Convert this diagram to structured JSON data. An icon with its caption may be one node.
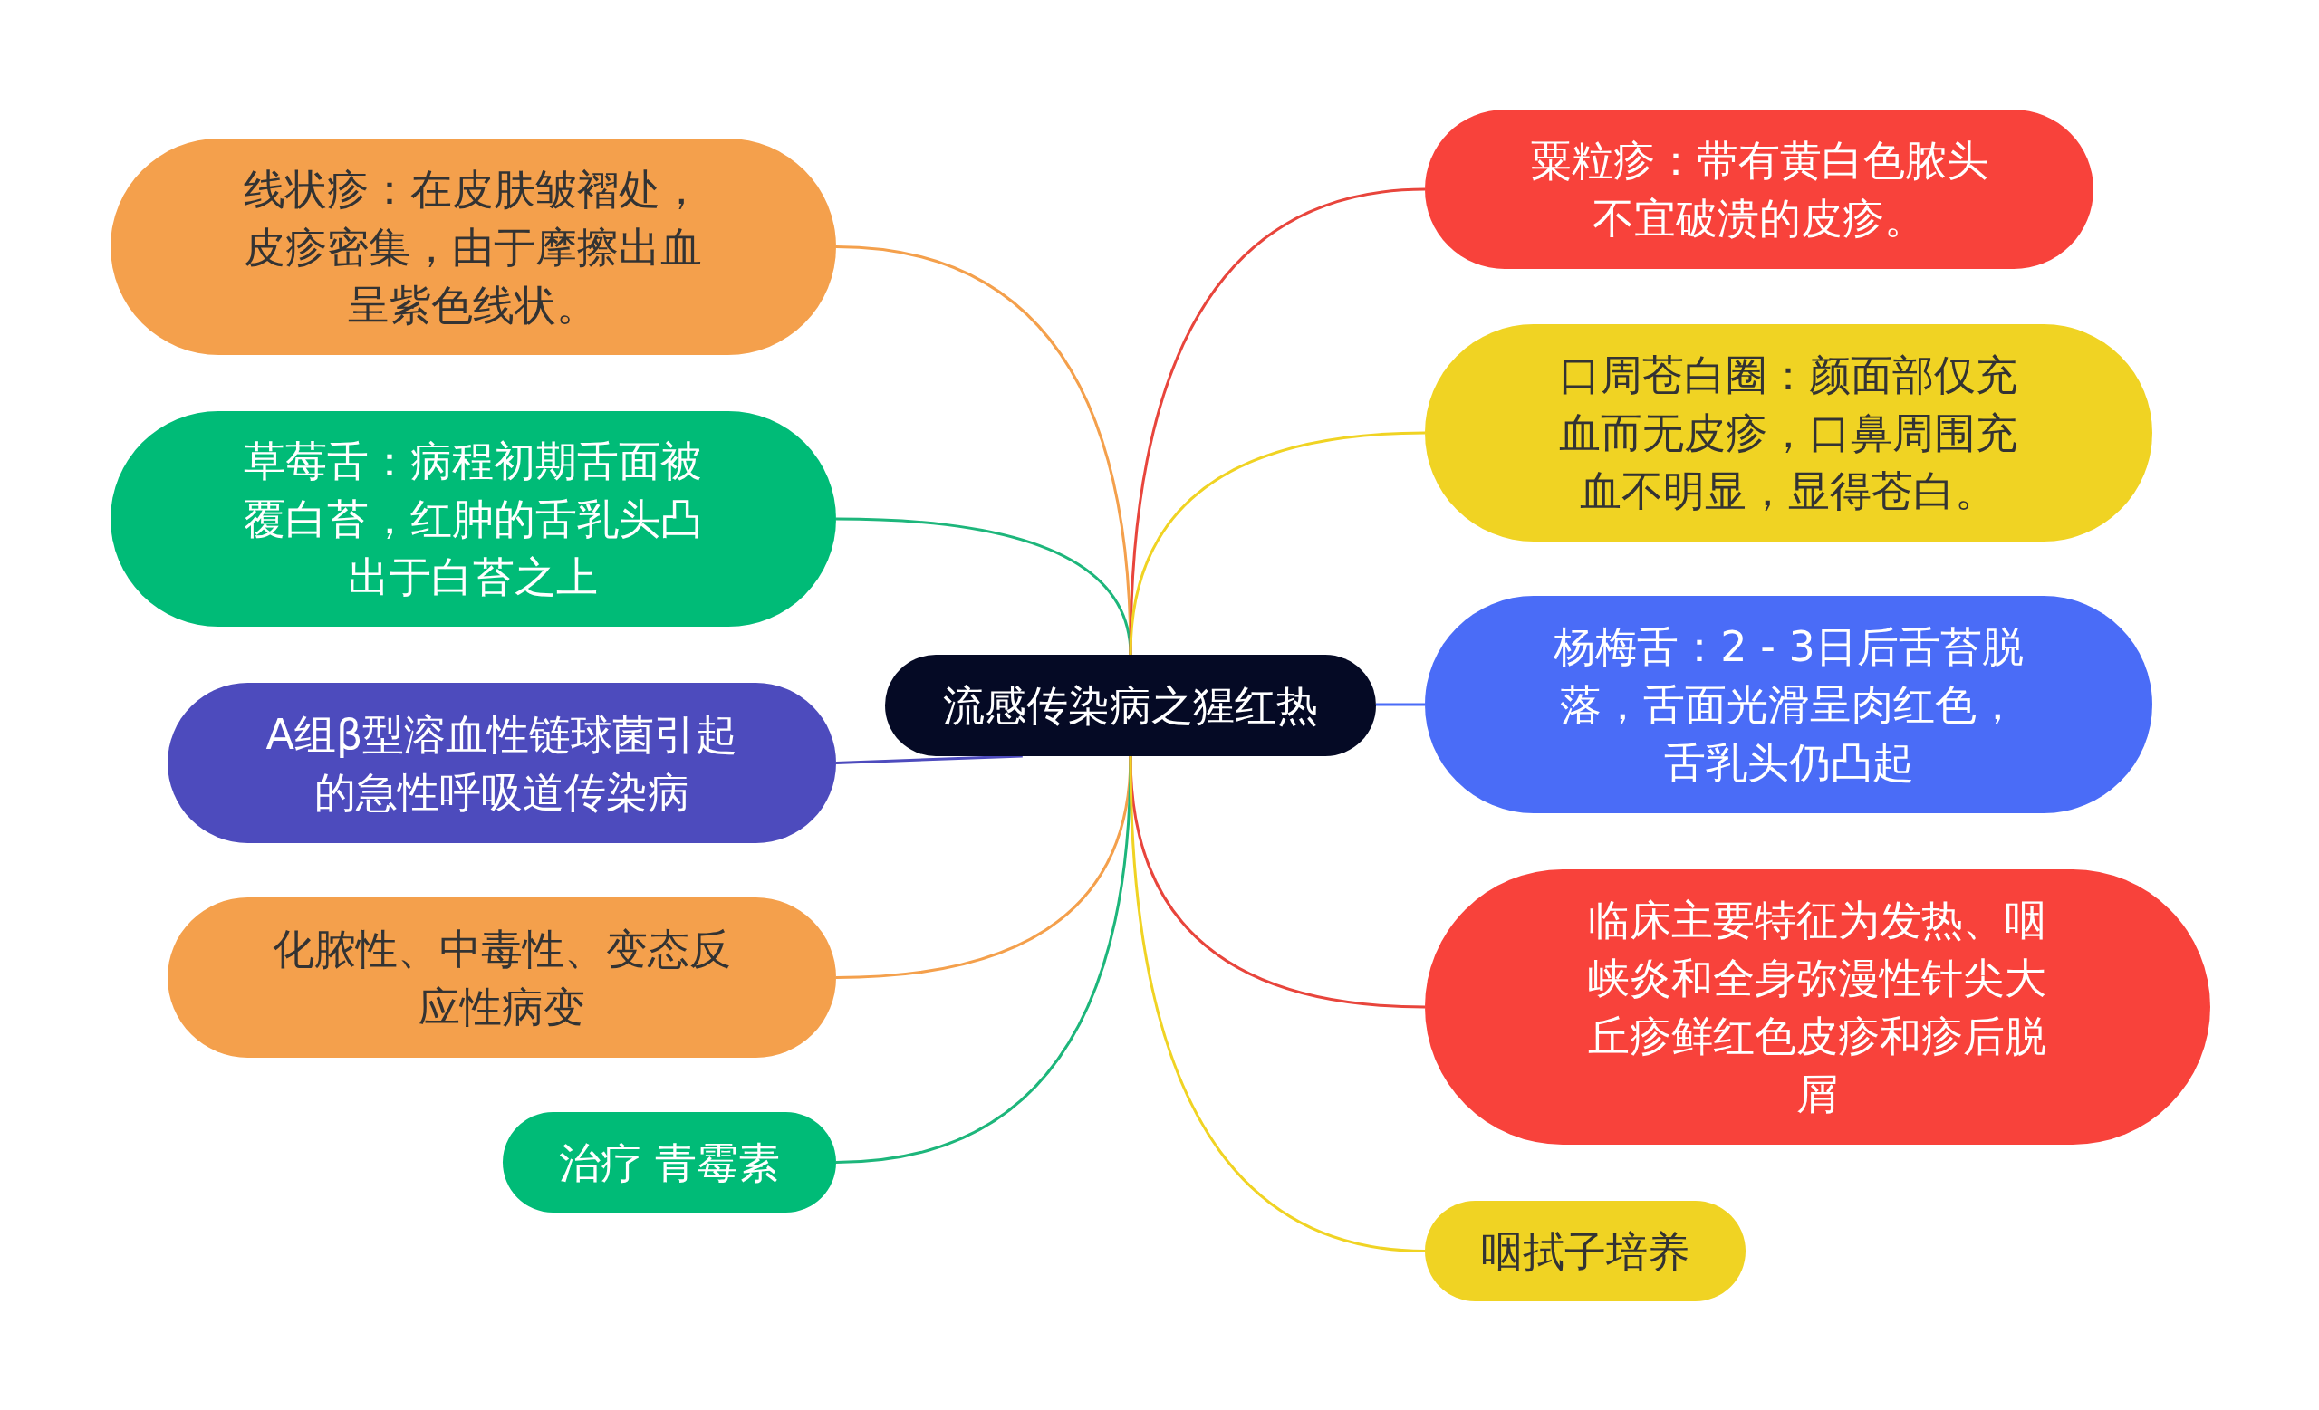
{
  "diagram": {
    "nodes": [
      {
        "text": [
          "流感传染病之猩红热"
        ]
      },
      {
        "text": [
          "线状疹：在皮肤皱褶处，皮疹密集，由于摩擦出血呈紫色线状。"
        ]
      },
      {
        "text": [
          "草莓舌：病程初期舌面被覆白苔，红肿的舌乳头凸出于白苔之上"
        ]
      },
      {
        "text": [
          "A组β型溶血性链球菌引起的急性呼吸道传染病"
        ]
      },
      {
        "text": [
          "化脓性、中毒性、变态反应性病变"
        ]
      },
      {
        "text": [
          "治疗 青霉素"
        ]
      },
      {
        "text": [
          "粟粒疹：带有黄白色脓头不宜破溃的皮疹。"
        ]
      },
      {
        "text": [
          "口周苍白圈：颜面部仅充血而无皮疹，口鼻周围充血不明显，显得苍白。"
        ]
      },
      {
        "text": [
          "杨梅舌：2 - 3日后舌苔脱落，舌面光滑呈肉红色，舌乳头仍凸起"
        ]
      },
      {
        "text": [
          "临床主要特征为发热、咽峡炎和全身弥漫性针尖大丘疹鲜红色皮疹和疹后脱屑"
        ]
      },
      {
        "text": [
          "咽拭子培养"
        ]
      }
    ],
    "edges": [
      {
        "from": 0,
        "to": 1,
        "arrow": "none",
        "color": "#f4a04c"
      },
      {
        "from": 0,
        "to": 2,
        "arrow": "none",
        "color": "#1db67b"
      },
      {
        "from": 0,
        "to": 3,
        "arrow": "none",
        "color": "#4d4bbd"
      },
      {
        "from": 0,
        "to": 4,
        "arrow": "none",
        "color": "#f4a04c"
      },
      {
        "from": 0,
        "to": 5,
        "arrow": "none",
        "color": "#1db67b"
      },
      {
        "from": 0,
        "to": 6,
        "arrow": "none",
        "color": "#e8453c"
      },
      {
        "from": 0,
        "to": 7,
        "arrow": "none",
        "color": "#f0d323"
      },
      {
        "from": 0,
        "to": 8,
        "arrow": "none",
        "color": "#4a6cf7"
      },
      {
        "from": 0,
        "to": 9,
        "arrow": "none",
        "color": "#e8453c"
      },
      {
        "from": 0,
        "to": 10,
        "arrow": "none",
        "color": "#f0d323"
      }
    ]
  }
}
